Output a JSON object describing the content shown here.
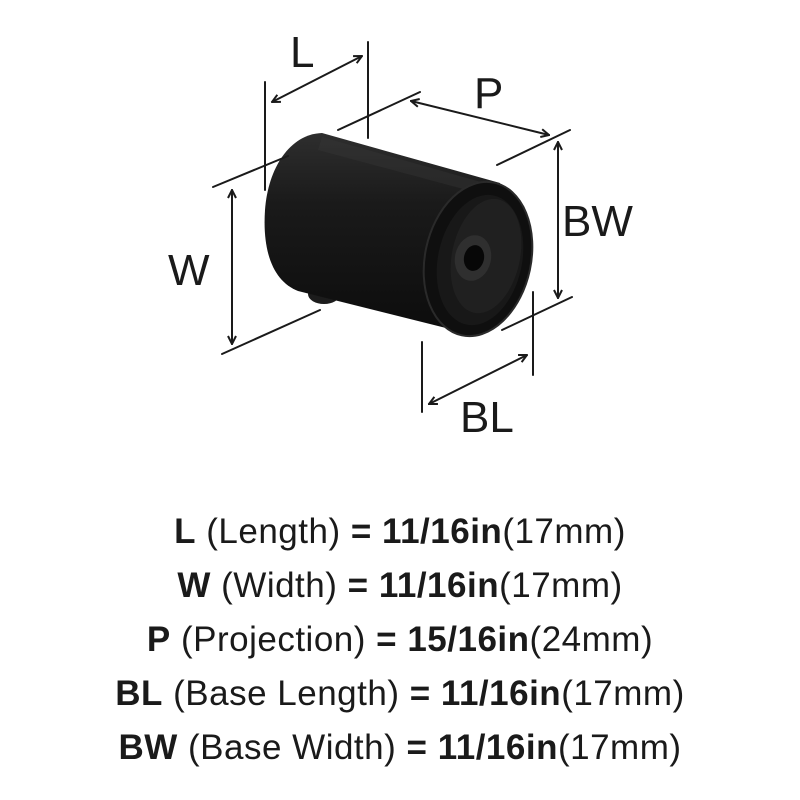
{
  "diagram": {
    "labels": {
      "L": "L",
      "P": "P",
      "W": "W",
      "BW": "BW",
      "BL": "BL"
    },
    "product_color": "#141414",
    "line_color": "#1a1a1a"
  },
  "specs": [
    {
      "abbr": "L",
      "desc": "(Length)",
      "eq": "=",
      "inches": "11/16in",
      "mm": "(17mm)"
    },
    {
      "abbr": "W",
      "desc": "(Width)",
      "eq": "=",
      "inches": "11/16in",
      "mm": "(17mm)"
    },
    {
      "abbr": "P",
      "desc": "(Projection)",
      "eq": "=",
      "inches": "15/16in",
      "mm": "(24mm)"
    },
    {
      "abbr": "BL",
      "desc": "(Base Length)",
      "eq": "=",
      "inches": "11/16in",
      "mm": "(17mm)"
    },
    {
      "abbr": "BW",
      "desc": "(Base Width)",
      "eq": "=",
      "inches": "11/16in",
      "mm": "(17mm)"
    }
  ]
}
